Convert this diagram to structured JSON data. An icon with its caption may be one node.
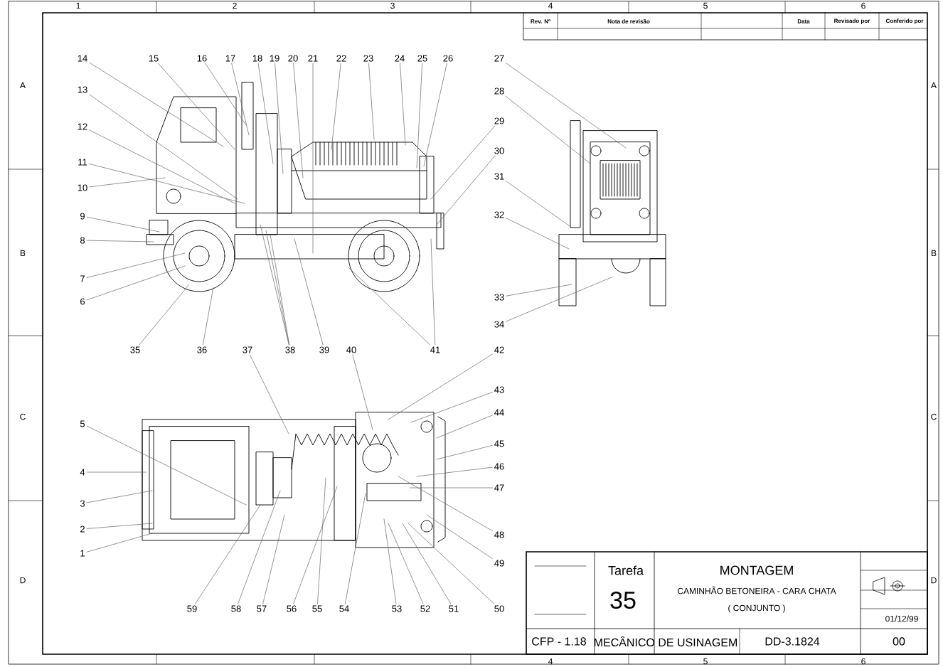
{
  "diagram": {
    "nodes": [
      {
        "text": [
          "1"
        ]
      },
      {
        "text": [
          "2"
        ]
      },
      {
        "text": [
          "3"
        ]
      },
      {
        "text": [
          "4"
        ]
      },
      {
        "text": [
          "5"
        ]
      },
      {
        "text": [
          "6"
        ]
      },
      {
        "text": [
          "7"
        ]
      },
      {
        "text": [
          "8"
        ]
      },
      {
        "text": [
          "9"
        ]
      },
      {
        "text": [
          "10"
        ]
      },
      {
        "text": [
          "11"
        ]
      },
      {
        "text": [
          "12"
        ]
      },
      {
        "text": [
          "13"
        ]
      },
      {
        "text": [
          "14"
        ]
      },
      {
        "text": [
          "15"
        ]
      },
      {
        "text": [
          "16"
        ]
      },
      {
        "text": [
          "17"
        ]
      },
      {
        "text": [
          "18"
        ]
      },
      {
        "text": [
          "19"
        ]
      },
      {
        "text": [
          "20"
        ]
      },
      {
        "text": [
          "21"
        ]
      },
      {
        "text": [
          "22"
        ]
      },
      {
        "text": [
          "23"
        ]
      },
      {
        "text": [
          "24"
        ]
      },
      {
        "text": [
          "25"
        ]
      },
      {
        "text": [
          "26"
        ]
      },
      {
        "text": [
          "27"
        ]
      },
      {
        "text": [
          "28"
        ]
      },
      {
        "text": [
          "29"
        ]
      },
      {
        "text": [
          "30"
        ]
      },
      {
        "text": [
          "31"
        ]
      },
      {
        "text": [
          "32"
        ]
      },
      {
        "text": [
          "33"
        ]
      },
      {
        "text": [
          "34"
        ]
      },
      {
        "text": [
          "35"
        ]
      },
      {
        "text": [
          "36"
        ]
      },
      {
        "text": [
          "37"
        ]
      },
      {
        "text": [
          "38"
        ]
      },
      {
        "text": [
          "39"
        ]
      },
      {
        "text": [
          "40"
        ]
      },
      {
        "text": [
          "41"
        ]
      },
      {
        "text": [
          "42"
        ]
      },
      {
        "text": [
          "43"
        ]
      },
      {
        "text": [
          "44"
        ]
      },
      {
        "text": [
          "45"
        ]
      },
      {
        "text": [
          "46"
        ]
      },
      {
        "text": [
          "47"
        ]
      },
      {
        "text": [
          "48"
        ]
      },
      {
        "text": [
          "49"
        ]
      },
      {
        "text": [
          "50"
        ]
      },
      {
        "text": [
          "51"
        ]
      },
      {
        "text": [
          "52"
        ]
      },
      {
        "text": [
          "53"
        ]
      },
      {
        "text": [
          "54"
        ]
      },
      {
        "text": [
          "55"
        ]
      },
      {
        "text": [
          "56"
        ]
      },
      {
        "text": [
          "57"
        ]
      },
      {
        "text": [
          "58"
        ]
      },
      {
        "text": [
          "59"
        ]
      }
    ],
    "edges": [
      {
        "from": 0,
        "to": null,
        "arrow": "none"
      },
      {
        "from": 1,
        "to": null,
        "arrow": "none"
      },
      {
        "from": 2,
        "to": null,
        "arrow": "none"
      },
      {
        "from": 3,
        "to": null,
        "arrow": "none"
      },
      {
        "from": 4,
        "to": null,
        "arrow": "none"
      },
      {
        "from": 5,
        "to": null,
        "arrow": "none"
      },
      {
        "from": 6,
        "to": null,
        "arrow": "none"
      },
      {
        "from": 7,
        "to": null,
        "arrow": "none"
      },
      {
        "from": 8,
        "to": null,
        "arrow": "none"
      },
      {
        "from": 9,
        "to": null,
        "arrow": "none"
      },
      {
        "from": 10,
        "to": null,
        "arrow": "none"
      },
      {
        "from": 11,
        "to": null,
        "arrow": "none"
      },
      {
        "from": 12,
        "to": null,
        "arrow": "none"
      },
      {
        "from": 13,
        "to": null,
        "arrow": "none"
      },
      {
        "from": 14,
        "to": null,
        "arrow": "none"
      },
      {
        "from": 15,
        "to": null,
        "arrow": "none"
      },
      {
        "from": 16,
        "to": null,
        "arrow": "none"
      },
      {
        "from": 17,
        "to": null,
        "arrow": "none"
      },
      {
        "from": 18,
        "to": null,
        "arrow": "none"
      },
      {
        "from": 19,
        "to": null,
        "arrow": "none"
      },
      {
        "from": 20,
        "to": null,
        "arrow": "none"
      },
      {
        "from": 21,
        "to": null,
        "arrow": "none"
      },
      {
        "from": 22,
        "to": null,
        "arrow": "none"
      },
      {
        "from": 23,
        "to": null,
        "arrow": "none"
      },
      {
        "from": 24,
        "to": null,
        "arrow": "none"
      },
      {
        "from": 25,
        "to": null,
        "arrow": "none"
      },
      {
        "from": 26,
        "to": null,
        "arrow": "none"
      },
      {
        "from": 27,
        "to": null,
        "arrow": "none"
      },
      {
        "from": 28,
        "to": null,
        "arrow": "none"
      },
      {
        "from": 29,
        "to": null,
        "arrow": "none"
      },
      {
        "from": 30,
        "to": null,
        "arrow": "none"
      },
      {
        "from": 31,
        "to": null,
        "arrow": "none"
      },
      {
        "from": 32,
        "to": null,
        "arrow": "none"
      },
      {
        "from": 33,
        "to": null,
        "arrow": "none"
      },
      {
        "from": 34,
        "to": null,
        "arrow": "none"
      },
      {
        "from": 35,
        "to": null,
        "arrow": "none"
      },
      {
        "from": 36,
        "to": null,
        "arrow": "none"
      },
      {
        "from": 37,
        "to": null,
        "arrow": "none"
      },
      {
        "from": 37,
        "to": null,
        "arrow": "none"
      },
      {
        "from": 37,
        "to": null,
        "arrow": "none"
      },
      {
        "from": 38,
        "to": null,
        "arrow": "none"
      },
      {
        "from": 39,
        "to": null,
        "arrow": "none"
      },
      {
        "from": 40,
        "to": null,
        "arrow": "none"
      },
      {
        "from": 40,
        "to": null,
        "arrow": "none"
      },
      {
        "from": 41,
        "to": null,
        "arrow": "none"
      },
      {
        "from": 42,
        "to": null,
        "arrow": "none"
      },
      {
        "from": 43,
        "to": null,
        "arrow": "none"
      },
      {
        "from": 44,
        "to": null,
        "arrow": "none"
      },
      {
        "from": 45,
        "to": null,
        "arrow": "none"
      },
      {
        "from": 46,
        "to": null,
        "arrow": "none"
      },
      {
        "from": 47,
        "to": null,
        "arrow": "none"
      },
      {
        "from": 48,
        "to": null,
        "arrow": "none"
      },
      {
        "from": 49,
        "to": null,
        "arrow": "none"
      },
      {
        "from": 50,
        "to": null,
        "arrow": "none"
      },
      {
        "from": 51,
        "to": null,
        "arrow": "none"
      },
      {
        "from": 52,
        "to": null,
        "arrow": "none"
      },
      {
        "from": 53,
        "to": null,
        "arrow": "none"
      },
      {
        "from": 54,
        "to": null,
        "arrow": "none"
      },
      {
        "from": 55,
        "to": null,
        "arrow": "none"
      },
      {
        "from": 56,
        "to": null,
        "arrow": "none"
      },
      {
        "from": 57,
        "to": null,
        "arrow": "none"
      },
      {
        "from": 58,
        "to": null,
        "arrow": "none"
      }
    ],
    "labels": [
      "1",
      "2",
      "3",
      "4",
      "5",
      "6",
      "Rev. Nº",
      "Nota de revisão",
      "Data",
      "Revisado por",
      "Conferido por",
      "A",
      "A",
      "B",
      "B",
      "C",
      "C",
      "Tarefa",
      "MONTAGEM",
      "35",
      "CAMINHÃO BETONEIRA - CARA CHATA",
      "( CONJUNTO )",
      "01/12/99",
      "D",
      "D",
      "CFP - 1.18",
      "MECÂNICO DE USINAGEM",
      "DD-3.1824",
      "00",
      "4",
      "5",
      "6"
    ]
  }
}
